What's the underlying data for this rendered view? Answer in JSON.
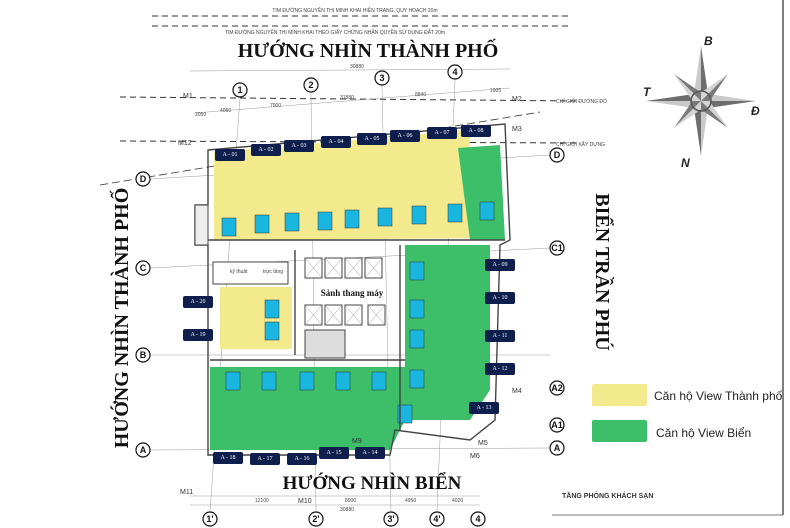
{
  "header": {
    "road_line_current": "TIM ĐƯỜNG NGUYỄN THỊ MINH KHAI HIỆN TRẠNG, QUY HOẠCH 20m",
    "road_line_certificate": "TIM ĐƯỜNG NGUYỄN THỊ MINH KHAI THEO GIẤY CHỨNG NHẬN QUYỀN SỬ DỤNG ĐẤT 20m"
  },
  "views": {
    "top": "HƯỚNG NHÌN THÀNH PHỐ",
    "left": "HƯỚNG NHÌN THÀNH PHỐ",
    "right": "BIỂN TRẦN PHÚ",
    "bottom": "HƯỚNG NHÌN BIỂN"
  },
  "boundaries": {
    "red_line": "CHỈ GIỚI ĐƯỜNG ĐỎ",
    "build_line": "CHỈ GIỚI XÂY DỰNG"
  },
  "markers": [
    "M1",
    "M2",
    "M3",
    "M12",
    "M4",
    "M5",
    "M6",
    "M9",
    "M10",
    "M11"
  ],
  "axes": {
    "top": [
      "1",
      "2",
      "3",
      "4"
    ],
    "bottom": [
      "1'",
      "2'",
      "3'",
      "4'",
      "4"
    ],
    "left": [
      "D",
      "C",
      "B",
      "A"
    ],
    "right": [
      "D",
      "C1",
      "A2",
      "A1",
      "A"
    ]
  },
  "dimensions": [
    "30880",
    "31880",
    "7900",
    "4060",
    "2050",
    "8840",
    "1905",
    "12100",
    "8000",
    "4950",
    "4020"
  ],
  "units": [
    "A - 01",
    "A - 02",
    "A - 03",
    "A - 04",
    "A - 05",
    "A - 06",
    "A - 07",
    "A - 08",
    "A - 09",
    "A - 10",
    "A - 11",
    "A - 12",
    "A - 13",
    "A - 14",
    "A - 15",
    "A - 16",
    "A - 17",
    "A - 18",
    "A - 19",
    "A - 20"
  ],
  "rooms": {
    "lobby": "Sảnh thang máy",
    "technical": "kỹ thuật",
    "duty": "trực tầng"
  },
  "compass": {
    "north": "B",
    "south": "N",
    "east": "Đ",
    "west": "T"
  },
  "legend": [
    {
      "label": "Căn hộ View Thành phố",
      "color": "#f2ea8c"
    },
    {
      "label": "Căn hộ View Biển",
      "color": "#3dbf6a"
    }
  ],
  "floor_name": "TẦNG PHÒNG KHÁCH SẠN",
  "colors": {
    "city": "#f2ea8c",
    "sea": "#3dbf6a",
    "bath": "#19b6e0",
    "label": "#0f1f4d"
  }
}
